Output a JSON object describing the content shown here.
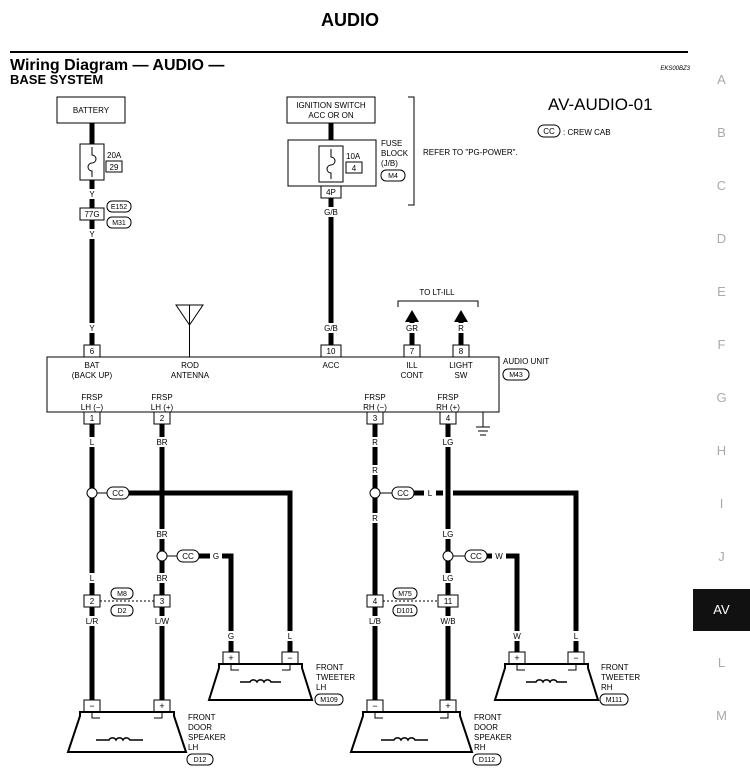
{
  "header": {
    "section": "AUDIO",
    "title": "Wiring Diagram — AUDIO —",
    "subtitle": "BASE SYSTEM",
    "code": "EKS00BZ3",
    "diagram_id": "AV-AUDIO-01"
  },
  "tabs": [
    "A",
    "B",
    "C",
    "D",
    "E",
    "F",
    "G",
    "H",
    "I",
    "J",
    "AV",
    "L",
    "M"
  ],
  "active_tab": "AV",
  "legend": {
    "cc_symbol": "CC",
    "cc_text": ": CREW CAB"
  },
  "battery": {
    "label": "BATTERY",
    "fuse_amp": "20A",
    "fuse_no": "29"
  },
  "ignition": {
    "line1": "IGNITION SWITCH",
    "line2": "ACC OR ON",
    "fuse_amp": "10A",
    "fuse_no": "4",
    "block_line1": "FUSE",
    "block_line2": "BLOCK",
    "block_line3": "(J/B)",
    "block_conn": "M4",
    "term": "4P",
    "refer": "REFER TO \"PG-POWER\"."
  },
  "joint": {
    "pin": "77G",
    "conn1": "E152",
    "conn2": "M31"
  },
  "wires": {
    "y1": "Y",
    "y2": "Y",
    "y3": "Y",
    "gb1": "G/B",
    "gb2": "G/B",
    "gr": "GR",
    "r": "R",
    "lh_minus": [
      "L",
      "L",
      "L/R",
      "L"
    ],
    "lh_plus": [
      "BR",
      "BR",
      "BR",
      "L/W",
      "G",
      "G"
    ],
    "rh_minus": [
      "R",
      "R",
      "R",
      "L/B",
      "L",
      "L"
    ],
    "rh_plus": [
      "LG",
      "LG",
      "LG",
      "W/B",
      "W",
      "W"
    ]
  },
  "to_ill": "TO LT-ILL",
  "audio_unit": {
    "label": "AUDIO UNIT",
    "conn": "M43",
    "pins": [
      {
        "no": "6",
        "l1": "BAT",
        "l2": "(BACK UP)"
      },
      {
        "no": "10",
        "l1": "ACC",
        "l2": ""
      },
      {
        "no": "7",
        "l1": "ILL",
        "l2": "CONT"
      },
      {
        "no": "8",
        "l1": "LIGHT",
        "l2": "SW"
      }
    ],
    "antenna_l1": "ROD",
    "antenna_l2": "ANTENNA",
    "outs": [
      {
        "no": "1",
        "l1": "FRSP",
        "l2": "LH (−)"
      },
      {
        "no": "2",
        "l1": "FRSP",
        "l2": "LH (+)"
      },
      {
        "no": "3",
        "l1": "FRSP",
        "l2": "RH (−)"
      },
      {
        "no": "4",
        "l1": "FRSP",
        "l2": "RH (+)"
      }
    ]
  },
  "connectors": {
    "lh_a": "2",
    "lh_b": "3",
    "lh_c1": "M8",
    "lh_c2": "D2",
    "rh_a": "4",
    "rh_b": "11",
    "rh_c1": "M75",
    "rh_c2": "D101"
  },
  "speakers": {
    "tw_lh": {
      "l1": "FRONT",
      "l2": "TWEETER",
      "l3": "LH",
      "conn": "M109"
    },
    "tw_rh": {
      "l1": "FRONT",
      "l2": "TWEETER",
      "l3": "RH",
      "conn": "M111"
    },
    "dr_lh": {
      "l1": "FRONT",
      "l2": "DOOR",
      "l3": "SPEAKER",
      "l4": "LH",
      "conn": "D12"
    },
    "dr_rh": {
      "l1": "FRONT",
      "l2": "DOOR",
      "l3": "SPEAKER",
      "l4": "RH",
      "conn": "D112"
    },
    "plus": "+",
    "minus": "−"
  }
}
